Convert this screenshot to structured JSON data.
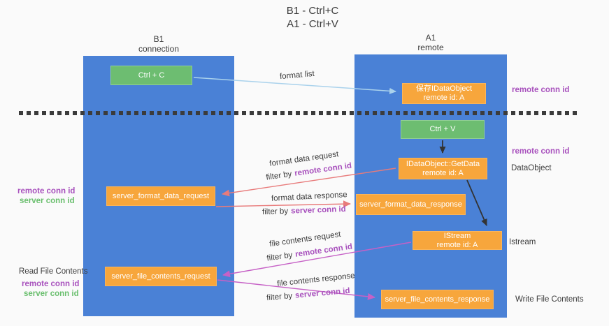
{
  "title": {
    "line1": "B1 - Ctrl+C",
    "line2": "A1 - Ctrl+V"
  },
  "columns": {
    "left": {
      "name": "B1",
      "role": "connection"
    },
    "right": {
      "name": "A1",
      "role": "remote"
    }
  },
  "shared": {
    "remote_conn_id": "remote conn id",
    "server_conn_id": "server conn id",
    "filter_by": "filter by",
    "remote_id_a": "remote id: A"
  },
  "nodes": {
    "ctrl_c": {
      "label": "Ctrl + C"
    },
    "ctrl_v": {
      "label": "Ctrl + V"
    },
    "save_dataobject": {
      "label": "保存IDataObject"
    },
    "getdata": {
      "label": "IDataObject::GetData"
    },
    "istream": {
      "label": "IStream"
    },
    "server_format_data_request": {
      "label": "server_format_data_request"
    },
    "server_format_data_response": {
      "label": "server_format_data_response"
    },
    "server_file_contents_request": {
      "label": "server_file_contents_request"
    },
    "server_file_contents_response": {
      "label": "server_file_contents_response"
    }
  },
  "flow_labels": {
    "format_list": "format list",
    "format_data_request": "format data request",
    "format_data_response": "format data response",
    "file_contents_request": "file contents request",
    "file_contents_response": "file contents response"
  },
  "side_labels": {
    "dataobject": "DataObject",
    "istream": "Istream",
    "read_file_contents": "Read File Contents",
    "write_file_contents": "Write File Contents"
  },
  "palette": {
    "column_blue": "#4a81d6",
    "node_green": "#6dbd71",
    "node_orange": "#f7a63c",
    "accent_purple": "#a851bd",
    "accent_green": "#6abf6e",
    "arrow_salmon": "#e87b7b",
    "arrow_magenta": "#c661c6",
    "arrow_blue": "#aad2ec",
    "arrow_black": "#333333"
  }
}
